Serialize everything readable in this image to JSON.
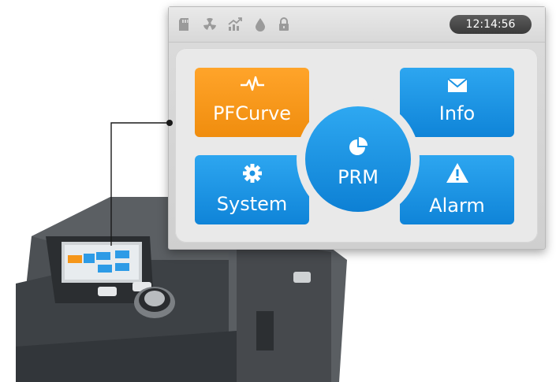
{
  "status_bar": {
    "icons": [
      "sd-card-icon",
      "radiation-icon",
      "trend-chart-icon",
      "humidity-drop-icon",
      "lock-icon"
    ],
    "time": "12:14:56"
  },
  "menu": {
    "pfcurve": {
      "label": "PFCurve",
      "icon": "heartbeat-icon",
      "color": "#f5961a"
    },
    "info": {
      "label": "Info",
      "icon": "envelope-icon",
      "color": "#1a93e3"
    },
    "prm": {
      "label": "PRM",
      "icon": "pie-chart-icon",
      "color": "#1a93e3"
    },
    "system": {
      "label": "System",
      "icon": "gear-icon",
      "color": "#1a93e3"
    },
    "alarm": {
      "label": "Alarm",
      "icon": "warning-icon",
      "color": "#1a93e3"
    }
  }
}
